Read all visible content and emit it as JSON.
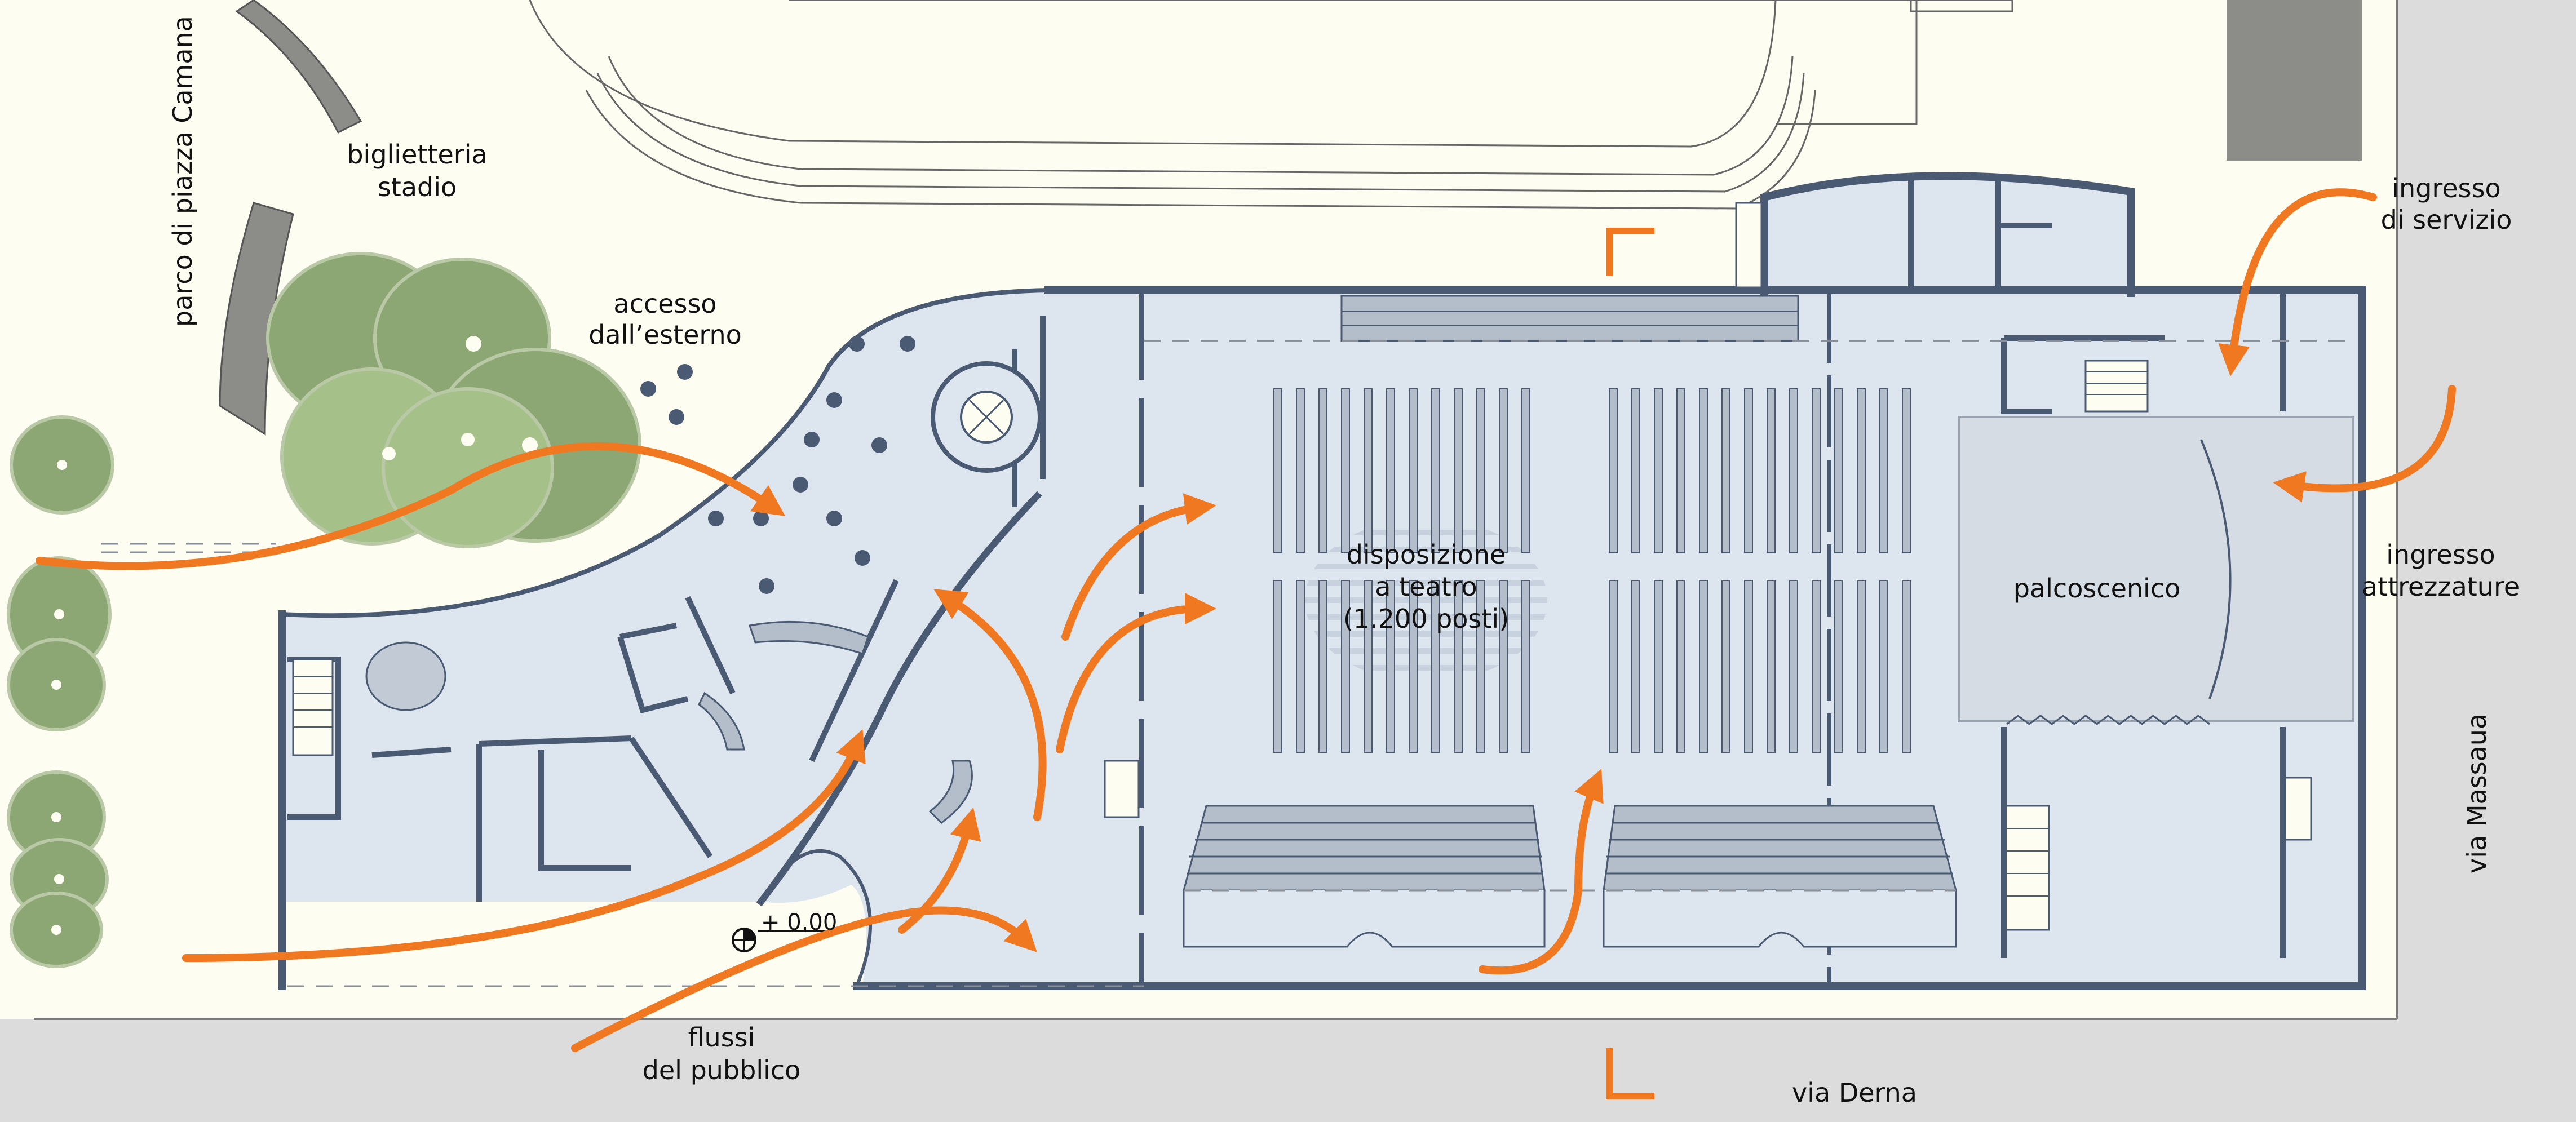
{
  "labels": {
    "parco": "parco di piazza Camana",
    "biglietteria_1": "biglietteria",
    "biglietteria_2": "stadio",
    "accesso_1": "accesso",
    "accesso_2": "dall’esterno",
    "disposizione_1": "disposizione",
    "disposizione_2": "a teatro",
    "disposizione_3": "(1.200 posti)",
    "palcoscenico": "palcoscenico",
    "ingresso_servizio_1": "ingresso",
    "ingresso_servizio_2": "di servizio",
    "ingresso_attrezzature_1": "ingresso",
    "ingresso_attrezzature_2": "attrezzature",
    "via_massaua": "via Massaua",
    "via_derna": "via Derna",
    "flussi_1": "flussi",
    "flussi_2": "del pubblico",
    "quota": "+ 0.00"
  },
  "colors": {
    "paper": "#fefdf2",
    "street": "#dcdcdc",
    "floor": "#dde5ee",
    "wall": "#4a5a72",
    "seat_row": "#b4bdca",
    "stage": "#d6dce4",
    "tree_dark": "#8da774",
    "tree_light": "#a6c08a",
    "arrow": "#f07820",
    "grey_block": "#8c8c88"
  }
}
